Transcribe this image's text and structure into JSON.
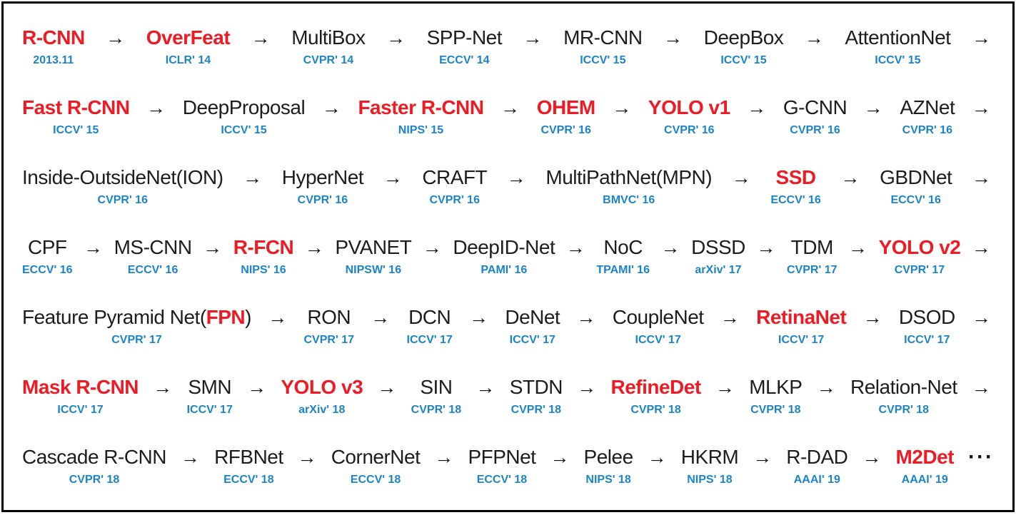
{
  "diagram": {
    "description": "Milestones timeline of deep-learning object detection models",
    "colors": {
      "highlight": "#ed1c24",
      "venue": "#1b84c9",
      "text": "#1d1d1f",
      "border": "#000000"
    },
    "arrow_glyph": "→",
    "ellipsis_glyph": "···",
    "rows": [
      {
        "trailing": "arrow",
        "nodes": [
          {
            "name": "R-CNN",
            "venue": "2013.11",
            "highlight": true
          },
          {
            "name": "OverFeat",
            "venue": "ICLR' 14",
            "highlight": true
          },
          {
            "name": "MultiBox",
            "venue": "CVPR' 14",
            "highlight": false
          },
          {
            "name": "SPP-Net",
            "venue": "ECCV' 14",
            "highlight": false
          },
          {
            "name": "MR-CNN",
            "venue": "ICCV' 15",
            "highlight": false
          },
          {
            "name": "DeepBox",
            "venue": "ICCV' 15",
            "highlight": false
          },
          {
            "name": "AttentionNet",
            "venue": "ICCV' 15",
            "highlight": false
          }
        ]
      },
      {
        "trailing": "arrow",
        "nodes": [
          {
            "name": "Fast R-CNN",
            "venue": "ICCV' 15",
            "highlight": true
          },
          {
            "name": "DeepProposal",
            "venue": "ICCV' 15",
            "highlight": false
          },
          {
            "name": "Faster R-CNN",
            "venue": "NIPS' 15",
            "highlight": true
          },
          {
            "name": "OHEM",
            "venue": "CVPR' 16",
            "highlight": true
          },
          {
            "name": "YOLO v1",
            "venue": "CVPR' 16",
            "highlight": true
          },
          {
            "name": "G-CNN",
            "venue": "CVPR' 16",
            "highlight": false
          },
          {
            "name": "AZNet",
            "venue": "CVPR' 16",
            "highlight": false
          }
        ]
      },
      {
        "trailing": "arrow",
        "nodes": [
          {
            "name": "Inside-OutsideNet(ION)",
            "venue": "CVPR' 16",
            "highlight": false
          },
          {
            "name": "HyperNet",
            "venue": "CVPR' 16",
            "highlight": false
          },
          {
            "name": "CRAFT",
            "venue": "CVPR' 16",
            "highlight": false
          },
          {
            "name": "MultiPathNet(MPN)",
            "venue": "BMVC' 16",
            "highlight": false
          },
          {
            "name": "SSD",
            "venue": "ECCV' 16",
            "highlight": true
          },
          {
            "name": "GBDNet",
            "venue": "ECCV' 16",
            "highlight": false
          }
        ]
      },
      {
        "trailing": "arrow",
        "nodes": [
          {
            "name": "CPF",
            "venue": "ECCV' 16",
            "highlight": false
          },
          {
            "name": "MS-CNN",
            "venue": "ECCV' 16",
            "highlight": false
          },
          {
            "name": "R-FCN",
            "venue": "NIPS' 16",
            "highlight": true
          },
          {
            "name": "PVANET",
            "venue": "NIPSW' 16",
            "highlight": false
          },
          {
            "name": "DeepID-Net",
            "venue": "PAMI' 16",
            "highlight": false
          },
          {
            "name": "NoC",
            "venue": "TPAMI' 16",
            "highlight": false
          },
          {
            "name": "DSSD",
            "venue": "arXiv' 17",
            "highlight": false
          },
          {
            "name": "TDM",
            "venue": "CVPR' 17",
            "highlight": false
          },
          {
            "name": "YOLO v2",
            "venue": "CVPR' 17",
            "highlight": true
          }
        ]
      },
      {
        "trailing": "arrow",
        "nodes": [
          {
            "parts": [
              {
                "text": "Feature Pyramid Net(",
                "highlight": false
              },
              {
                "text": "FPN",
                "highlight": true
              },
              {
                "text": ")",
                "highlight": false
              }
            ],
            "venue": "CVPR' 17",
            "highlight": false
          },
          {
            "name": "RON",
            "venue": "CVPR' 17",
            "highlight": false
          },
          {
            "name": "DCN",
            "venue": "ICCV' 17",
            "highlight": false
          },
          {
            "name": "DeNet",
            "venue": "ICCV' 17",
            "highlight": false
          },
          {
            "name": "CoupleNet",
            "venue": "ICCV' 17",
            "highlight": false
          },
          {
            "name": "RetinaNet",
            "venue": "ICCV' 17",
            "highlight": true
          },
          {
            "name": "DSOD",
            "venue": "ICCV' 17",
            "highlight": false
          }
        ]
      },
      {
        "trailing": "arrow",
        "nodes": [
          {
            "name": "Mask R-CNN",
            "venue": "ICCV' 17",
            "highlight": true
          },
          {
            "name": "SMN",
            "venue": "ICCV' 17",
            "highlight": false
          },
          {
            "name": "YOLO v3",
            "venue": "arXiv' 18",
            "highlight": true
          },
          {
            "name": "SIN",
            "venue": "CVPR' 18",
            "highlight": false
          },
          {
            "name": "STDN",
            "venue": "CVPR' 18",
            "highlight": false
          },
          {
            "name": "RefineDet",
            "venue": "CVPR' 18",
            "highlight": true
          },
          {
            "name": "MLKP",
            "venue": "CVPR' 18",
            "highlight": false
          },
          {
            "name": "Relation-Net",
            "venue": "CVPR' 18",
            "highlight": false
          }
        ]
      },
      {
        "trailing": "ellipsis",
        "nodes": [
          {
            "name": "Cascade R-CNN",
            "venue": "CVPR' 18",
            "highlight": false
          },
          {
            "name": "RFBNet",
            "venue": "ECCV' 18",
            "highlight": false
          },
          {
            "name": "CornerNet",
            "venue": "ECCV' 18",
            "highlight": false
          },
          {
            "name": "PFPNet",
            "venue": "ECCV' 18",
            "highlight": false
          },
          {
            "name": "Pelee",
            "venue": "NIPS' 18",
            "highlight": false
          },
          {
            "name": "HKRM",
            "venue": "NIPS' 18",
            "highlight": false
          },
          {
            "name": "R-DAD",
            "venue": "AAAI' 19",
            "highlight": false
          },
          {
            "name": "M2Det",
            "venue": "AAAI' 19",
            "highlight": true
          }
        ]
      }
    ]
  }
}
